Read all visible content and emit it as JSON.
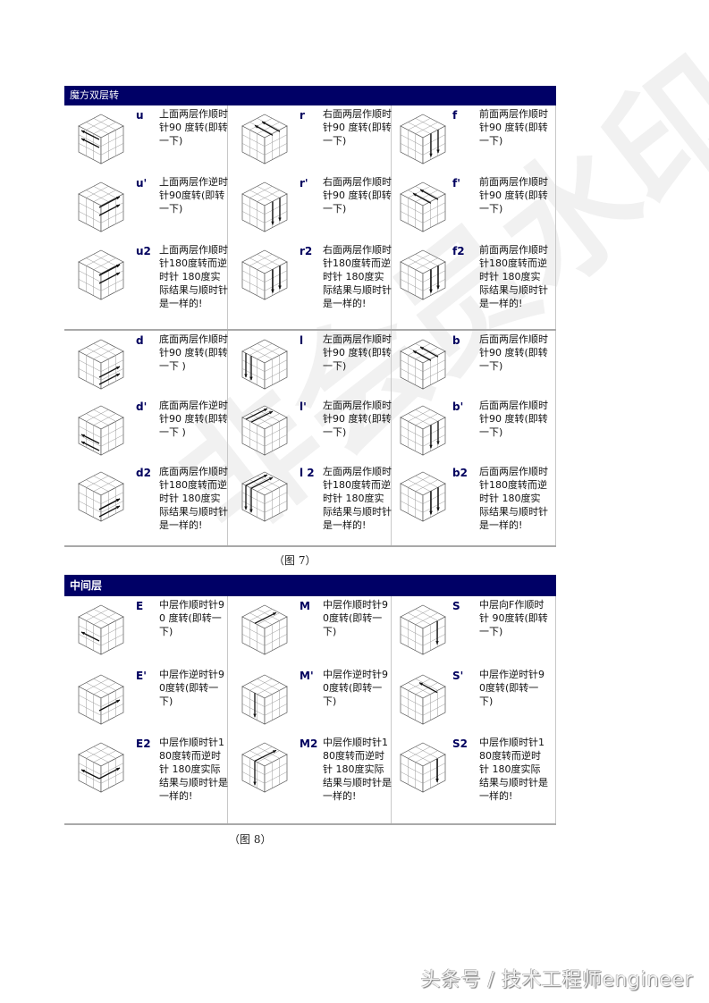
{
  "panel1": {
    "title": "魔方双层转",
    "caption": "（图 7）",
    "columns": [
      [
        {
          "code": "u",
          "desc": "上面两层作顺时针90 度转(即转一下)",
          "icon": "cube-top-two-layers-left-arrows-icon"
        },
        {
          "code": "u'",
          "desc": "上面两层作逆时针90度转(即转一下)",
          "icon": "cube-top-two-layers-right-arrows-icon"
        },
        {
          "code": "u2",
          "desc": "上面两层作顺时针180度转而逆时针 180度实际结果与顺时针是一样的!",
          "icon": "cube-top-two-layers-double-arrows-icon"
        }
      ],
      [
        {
          "code": "r",
          "desc": "右面两层作顺时针90 度转(即转一下)",
          "icon": "cube-right-two-layers-up-arrows-icon"
        },
        {
          "code": "r'",
          "desc": "右面两层作顺时针90 度转(即转一下)",
          "icon": "cube-right-two-layers-down-arrows-icon"
        },
        {
          "code": "r2",
          "desc": "右面两层作顺时针180度转而逆时针 180度实际结果与顺时针是一样的!",
          "icon": "cube-right-two-layers-double-arrows-icon"
        }
      ],
      [
        {
          "code": "f",
          "desc": "前面两层作顺时针90 度转(即转一下)",
          "icon": "cube-front-two-layers-down-arrows-icon"
        },
        {
          "code": "f'",
          "desc": "前面两层作顺时针90 度转(即转一下)",
          "icon": "cube-front-two-layers-up-arrows-icon"
        },
        {
          "code": "f2",
          "desc": "前面两层作顺时针180度转而逆时针 180度实际结果与顺时针是一样的!",
          "icon": "cube-front-two-layers-double-arrows-icon"
        }
      ]
    ],
    "columns2": [
      [
        {
          "code": "d",
          "desc": "底面两层作顺时针90 度转(即转一下 )",
          "icon": "cube-bottom-two-layers-right-arrows-icon"
        },
        {
          "code": "d'",
          "desc": "底面两层作逆时针90 度转(即转一下 )",
          "icon": "cube-bottom-two-layers-left-arrows-icon"
        },
        {
          "code": "d2",
          "desc": "底面两层作顺时针180度转而逆时针 180度实际结果与顺时针是一样的!",
          "icon": "cube-bottom-two-layers-double-arrows-icon"
        }
      ],
      [
        {
          "code": "l",
          "desc": "左面两层作顺时针90 度转(即转一下)",
          "icon": "cube-left-two-layers-down-arrows-icon"
        },
        {
          "code": "l'",
          "desc": "左面两层作顺时针90 度转(即转一下)",
          "icon": "cube-left-two-layers-up-arrows-icon"
        },
        {
          "code": "l 2",
          "desc": "左面两层作顺时针180度转而逆时针 180度实际结果与顺时针是一样的!",
          "icon": "cube-left-two-layers-double-arrows-icon"
        }
      ],
      [
        {
          "code": "b",
          "desc": "后面两层作顺时针90 度转(即转一下)",
          "icon": "cube-back-two-layers-up-arrows-icon"
        },
        {
          "code": "b'",
          "desc": "后面两层作顺时针90 度转(即转一下)",
          "icon": "cube-back-two-layers-down-arrows-icon"
        },
        {
          "code": "b2",
          "desc": "后面两层作顺时针180度转而逆时针 180度实际结果与顺时针是一样的!",
          "icon": "cube-back-two-layers-double-arrows-icon"
        }
      ]
    ]
  },
  "panel2": {
    "title": "中间层",
    "caption": "（图 8）",
    "columns": [
      [
        {
          "code": "E",
          "desc": "中层作顺时针90 度转(即转一下)",
          "icon": "cube-middle-equator-left-arrow-icon"
        },
        {
          "code": "E'",
          "desc": "中层作逆时针90度转(即转一下)",
          "icon": "cube-middle-equator-right-arrow-icon"
        },
        {
          "code": "E2",
          "desc": "中层作顺时针180度转而逆时针 180度实际结果与顺时针是一样的!",
          "icon": "cube-middle-equator-double-arrow-icon"
        }
      ],
      [
        {
          "code": "M",
          "desc": "中层作顺时针90度转(即转一下)",
          "icon": "cube-middle-slice-up-arrow-icon"
        },
        {
          "code": "M'",
          "desc": "中层作逆时针90度转(即转一下)",
          "icon": "cube-middle-slice-down-arrow-icon"
        },
        {
          "code": "M2",
          "desc": "中层作顺时针180度转而逆时针 180度实际结果与顺时针是一样的!",
          "icon": "cube-middle-slice-double-arrow-icon"
        }
      ],
      [
        {
          "code": "S",
          "desc": "中层向F作顺时针 90度转(即转一下)",
          "icon": "cube-standing-slice-down-arrow-icon"
        },
        {
          "code": "S'",
          "desc": "中层作逆时针90度转(即转一下)",
          "icon": "cube-standing-slice-up-arrow-icon"
        },
        {
          "code": "S2",
          "desc": "中层作顺时针180度转而逆时针 180度实际结果与顺时针是一样的!",
          "icon": "cube-standing-slice-double-arrow-icon"
        }
      ]
    ]
  },
  "watermark": "非会员水印",
  "footer": "头条号 / 技术工程师engineer",
  "colors": {
    "header_bg": "#000066",
    "code_text": "#00005e",
    "divider": "#a9a9a9"
  }
}
